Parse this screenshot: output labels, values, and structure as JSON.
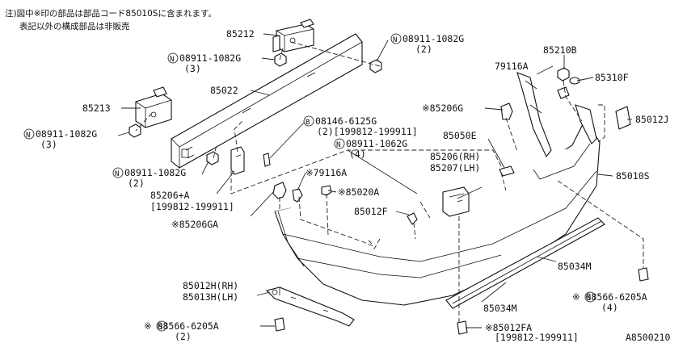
{
  "notes": {
    "line1": "注)図中※印の部品は部品コード85010Sに含まれます。",
    "line2": "表記以外の構成部品は非販売"
  },
  "labels": {
    "p85212": "85212",
    "n08911_1082g_a": "08911-1082G",
    "n08911_1082g_a_qty": "(2)",
    "n08911_1082g_b": "08911-1082G",
    "n08911_1082g_b_qty": "(3)",
    "p85022": "85022",
    "p85213": "85213",
    "n08911_1082g_c": "08911-1082G",
    "n08911_1082g_c_qty": "(3)",
    "b08146_6125g": "08146-6125G",
    "b08146_6125g_qty": "(2)[199812-199911]",
    "n08911_1062g": "08911-1062G",
    "n08911_1062g_qty": "(4)",
    "n08911_1082g_d": "08911-1082G",
    "n08911_1082g_d_qty": "(2)",
    "p85206a": "85206+A",
    "p85206a_date": "[199812-199911]",
    "p85206ga": "※85206GA",
    "p79116a_left": "※79116A",
    "p85020a": "※85020A",
    "p85012f": "85012F",
    "p85206rh": "85206(RH)",
    "p85207lh": "85207(LH)",
    "p85050e": "85050E",
    "p85206g": "※85206G",
    "p79116a_right": "79116A",
    "p85210b": "85210B",
    "p85310f": "85310F",
    "p85012j": "85012J",
    "p85010s": "85010S",
    "p85034m_a": "85034M",
    "p85034m_b": "85034M",
    "p85012h": "85012H(RH)",
    "p85013h": "85013H(LH)",
    "s08566_6205a_left": "※ 08566-6205A",
    "s08566_6205a_left_qty": "(2)",
    "s08566_6205a_right": "※ 08566-6205A",
    "s08566_6205a_right_qty": "(4)",
    "p85012fa": "※85012FA",
    "p85012fa_date": "[199812-199911]",
    "diagram_code": "A8500210"
  },
  "symbols": {
    "nut": "N",
    "bolt": "B",
    "screw": "S"
  }
}
